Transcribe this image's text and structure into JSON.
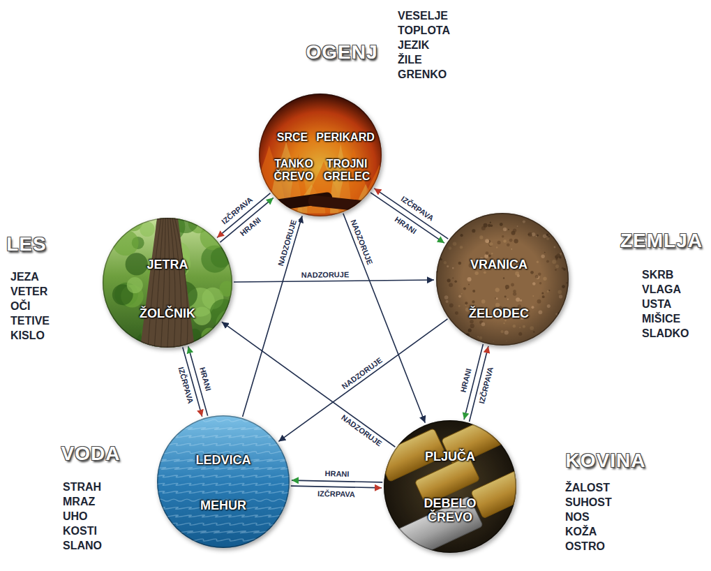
{
  "diagram": {
    "nodes": [
      {
        "text": [
          "OGENJ",
          "SRCE",
          "PERIKARD",
          "TANKO ČREVO",
          "TROJNI GRELEC"
        ]
      },
      {
        "text": [
          "LES",
          "JETRA",
          "ŽOLČNIK"
        ]
      },
      {
        "text": [
          "ZEMLJA",
          "VRANICA",
          "ŽELODEC"
        ]
      },
      {
        "text": [
          "VODA",
          "LEDVICA",
          "MEHUR"
        ]
      },
      {
        "text": [
          "KOVINA",
          "PLJUČA",
          "DEBELO ČREVO"
        ]
      }
    ],
    "edges": [
      {
        "from": 1,
        "to": 0,
        "label": "HRANI",
        "arrow": "to"
      },
      {
        "from": 0,
        "to": 1,
        "label": "IZČRPAVA",
        "arrow": "to"
      },
      {
        "from": 0,
        "to": 2,
        "label": "HRANI",
        "arrow": "to"
      },
      {
        "from": 2,
        "to": 0,
        "label": "IZČRPAVA",
        "arrow": "to"
      },
      {
        "from": 2,
        "to": 4,
        "label": "HRANI",
        "arrow": "to"
      },
      {
        "from": 4,
        "to": 2,
        "label": "IZČRPAVA",
        "arrow": "to"
      },
      {
        "from": 4,
        "to": 3,
        "label": "HRANI",
        "arrow": "to"
      },
      {
        "from": 3,
        "to": 4,
        "label": "IZČRPAVA",
        "arrow": "to"
      },
      {
        "from": 3,
        "to": 1,
        "label": "HRANI",
        "arrow": "to"
      },
      {
        "from": 1,
        "to": 3,
        "label": "IZČRPAVA",
        "arrow": "to"
      },
      {
        "from": 1,
        "to": 2,
        "label": "NADZORUJE",
        "arrow": "to"
      },
      {
        "from": 2,
        "to": 3,
        "label": "NADZORUJE",
        "arrow": "to"
      },
      {
        "from": 3,
        "to": 0,
        "label": "NADZORUJE",
        "arrow": "to"
      },
      {
        "from": 0,
        "to": 4,
        "label": "NADZORUJE",
        "arrow": "to"
      },
      {
        "from": 4,
        "to": 1,
        "label": "NADZORUJE",
        "arrow": "to"
      }
    ],
    "labels": [
      "VESELJE",
      "TOPLOTA",
      "JEZIK",
      "ŽILE",
      "GRENKO",
      "JEZA",
      "VETER",
      "OČI",
      "TETIVE",
      "KISLO",
      "SKRB",
      "VLAGA",
      "USTA",
      "MIŠICE",
      "SLADKO",
      "STRAH",
      "MRAZ",
      "UHO",
      "KOSTI",
      "SLANO",
      "ŽALOST",
      "SUHOST",
      "NOS",
      "KOŽA",
      "OSTRO"
    ]
  }
}
